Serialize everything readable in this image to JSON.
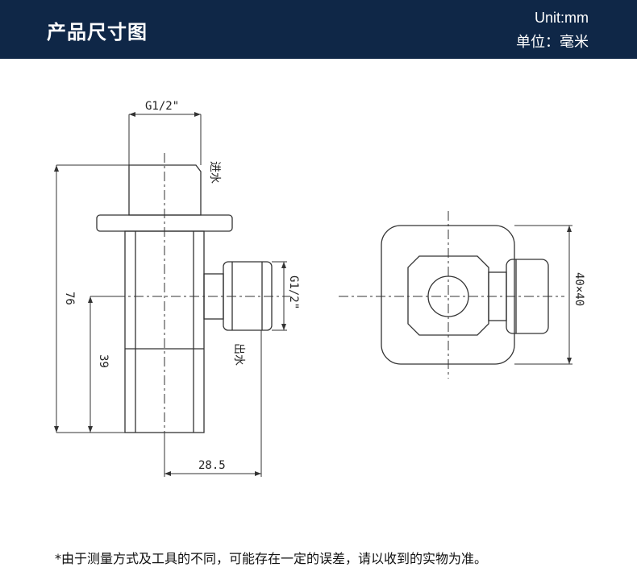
{
  "header": {
    "title": "产品尺寸图",
    "unit_en": "Unit:mm",
    "unit_cn": "单位：毫米",
    "background_color": "#0f2747"
  },
  "side_view": {
    "top_thread_label": "G1/2\"",
    "inlet_label": "进水",
    "total_height_label": "76",
    "outlet_height_label": "39",
    "outlet_thread_label": "G1/2\"",
    "outlet_label": "出水",
    "outlet_offset_label": "28.5"
  },
  "top_view": {
    "size_label": "40×40"
  },
  "footnote": "*由于测量方式及工具的不同，可能存在一定的误差，请以收到的实物为准。"
}
